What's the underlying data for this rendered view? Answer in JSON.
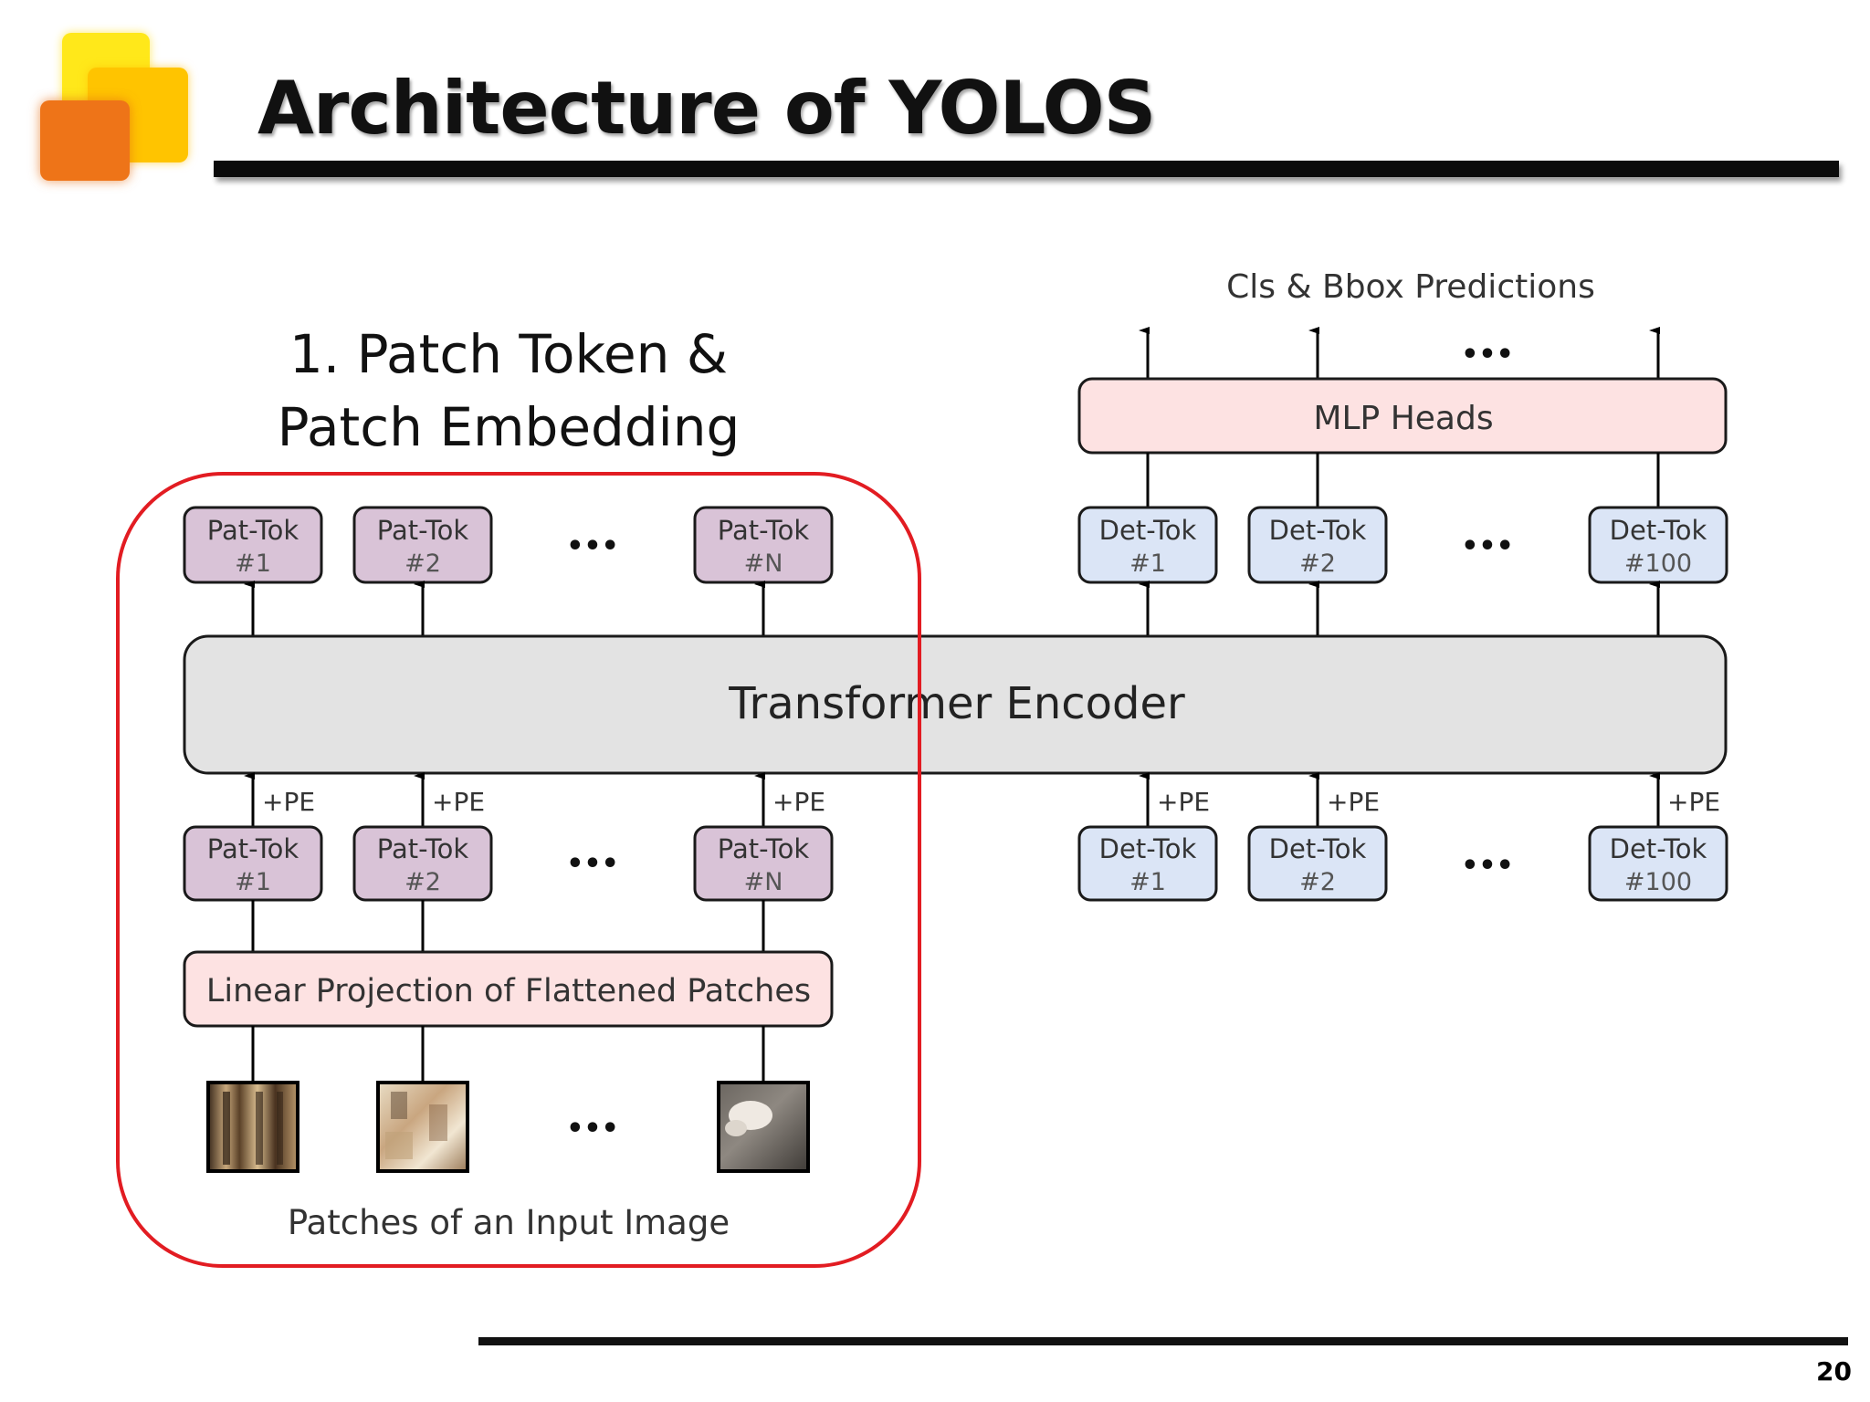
{
  "slide": {
    "title": "Architecture of YOLOS",
    "page_number": "20"
  },
  "diagram": {
    "annotation_line1": "1. Patch Token &",
    "annotation_line2": "Patch Embedding",
    "output_label": "Cls & Bbox Predictions",
    "mlp_heads": "MLP Heads",
    "encoder": "Transformer Encoder",
    "linear_projection": "Linear Projection of Flattened Patches",
    "input_caption": "Patches of an Input Image",
    "pe_label": "+PE",
    "ellipsis": "•••",
    "token_prefix_patch": "Pat-Tok",
    "token_prefix_det": "Det-Tok",
    "patch_ids": [
      "#1",
      "#2",
      "#N"
    ],
    "det_ids": [
      "#1",
      "#2",
      "#100"
    ]
  },
  "colors": {
    "highlight_red": "#e21c22",
    "patch_token_fill": "#d9c3d7",
    "det_token_fill": "#dbe5f6",
    "pink_fill": "#fde2e2",
    "encoder_fill": "#e3e3e3"
  }
}
